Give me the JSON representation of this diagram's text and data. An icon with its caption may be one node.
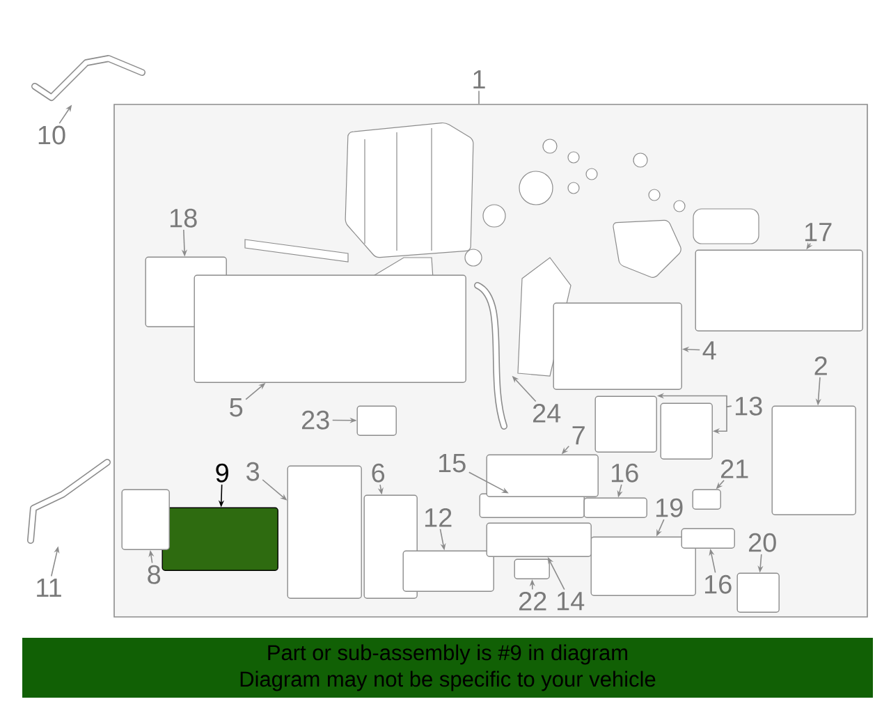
{
  "diagram": {
    "nodes": [
      {
        "text": [
          "1"
        ]
      },
      {
        "text": [],
        "shape": "picture"
      },
      {
        "text": [
          "10"
        ]
      },
      {
        "text": [],
        "shape": "box"
      },
      {
        "text": [
          "18"
        ],
        "in": 3
      },
      {
        "text": [],
        "shape": "box",
        "in": 3
      },
      {
        "text": [
          "5"
        ],
        "in": 3
      },
      {
        "text": [],
        "shape": "box",
        "in": 3
      },
      {
        "text": [
          "17"
        ],
        "in": 3
      },
      {
        "text": [],
        "shape": "box",
        "in": 3
      },
      {
        "text": [
          "4"
        ],
        "in": 3
      },
      {
        "text": [],
        "shape": "box",
        "in": 3
      },
      {
        "text": [
          "2"
        ],
        "in": 3
      },
      {
        "text": [],
        "shape": "box",
        "in": 3
      },
      {
        "text": [
          "24"
        ],
        "in": 3
      },
      {
        "text": [],
        "shape": "picture",
        "in": 3
      },
      {
        "text": [
          "13"
        ],
        "in": 3
      },
      {
        "text": [],
        "shape": "box",
        "in": 3
      },
      {
        "text": [],
        "shape": "box",
        "in": 3
      },
      {
        "text": [
          "23"
        ],
        "in": 3
      },
      {
        "text": [],
        "shape": "box",
        "in": 3
      },
      {
        "text": [
          "9"
        ],
        "in": 3
      },
      {
        "text": [],
        "shape": "box",
        "in": 3
      },
      {
        "text": [
          "3"
        ],
        "in": 3
      },
      {
        "text": [],
        "shape": "box",
        "in": 3
      },
      {
        "text": [
          "6"
        ],
        "in": 3
      },
      {
        "text": [],
        "shape": "box",
        "in": 3
      },
      {
        "text": [
          "15"
        ],
        "in": 3
      },
      {
        "text": [],
        "shape": "box",
        "in": 3
      },
      {
        "text": [
          "7"
        ],
        "in": 3
      },
      {
        "text": [],
        "shape": "box",
        "in": 3
      },
      {
        "text": [
          "16"
        ],
        "in": 3
      },
      {
        "text": [],
        "shape": "box",
        "in": 3
      },
      {
        "text": [
          "21"
        ],
        "in": 3
      },
      {
        "text": [],
        "shape": "box",
        "in": 3
      },
      {
        "text": [
          "12"
        ],
        "in": 3
      },
      {
        "text": [],
        "shape": "box",
        "in": 3
      },
      {
        "text": [
          "19"
        ],
        "in": 3
      },
      {
        "text": [],
        "shape": "box",
        "in": 3
      },
      {
        "text": [
          "20"
        ],
        "in": 3
      },
      {
        "text": [],
        "shape": "box",
        "in": 3
      },
      {
        "text": [
          "8"
        ],
        "in": 3
      },
      {
        "text": [],
        "shape": "box",
        "in": 3
      },
      {
        "text": [
          "11"
        ]
      },
      {
        "text": [],
        "shape": "picture"
      },
      {
        "text": [
          "16"
        ],
        "in": 3
      },
      {
        "text": [],
        "shape": "box",
        "in": 3
      },
      {
        "text": [
          "22"
        ],
        "in": 3
      },
      {
        "text": [],
        "shape": "box",
        "in": 3
      },
      {
        "text": [
          "14"
        ],
        "in": 3
      },
      {
        "text": [],
        "shape": "box",
        "in": 3
      },
      {
        "text": [
          "Part or sub-assembly is #9 in diagram",
          "Diagram may not be specific to your vehicle"
        ]
      }
    ],
    "edges": [
      {
        "from": 0,
        "to": 3,
        "arrow": "none"
      },
      {
        "from": 2,
        "to": 1,
        "arrow": "to"
      },
      {
        "from": 4,
        "to": 5,
        "arrow": "to"
      },
      {
        "from": 6,
        "to": 7,
        "arrow": "to"
      },
      {
        "from": 8,
        "to": 9,
        "arrow": "to"
      },
      {
        "from": 10,
        "to": 11,
        "arrow": "to"
      },
      {
        "from": 12,
        "to": 13,
        "arrow": "to"
      },
      {
        "from": 14,
        "to": 15,
        "arrow": "to"
      },
      {
        "from": 16,
        "to": 17,
        "arrow": "to"
      },
      {
        "from": 16,
        "to": 18,
        "arrow": "to"
      },
      {
        "from": 19,
        "to": 20,
        "arrow": "to"
      },
      {
        "from": 21,
        "to": 22,
        "arrow": "to",
        "color": "#000000"
      },
      {
        "from": 23,
        "to": 24,
        "arrow": "to"
      },
      {
        "from": 25,
        "to": 26,
        "arrow": "to"
      },
      {
        "from": 27,
        "to": 28,
        "arrow": "to"
      },
      {
        "from": 29,
        "to": 30,
        "arrow": "to"
      },
      {
        "from": 31,
        "to": 32,
        "arrow": "to"
      },
      {
        "from": 33,
        "to": 34,
        "arrow": "to"
      },
      {
        "from": 35,
        "to": 36,
        "arrow": "to"
      },
      {
        "from": 37,
        "to": 38,
        "arrow": "to"
      },
      {
        "from": 39,
        "to": 40,
        "arrow": "to"
      },
      {
        "from": 41,
        "to": 42,
        "arrow": "to"
      },
      {
        "from": 43,
        "to": 44,
        "arrow": "to"
      },
      {
        "from": 45,
        "to": 46,
        "arrow": "to"
      },
      {
        "from": 47,
        "to": 48,
        "arrow": "to"
      },
      {
        "from": 49,
        "to": 50,
        "arrow": "to"
      }
    ]
  }
}
